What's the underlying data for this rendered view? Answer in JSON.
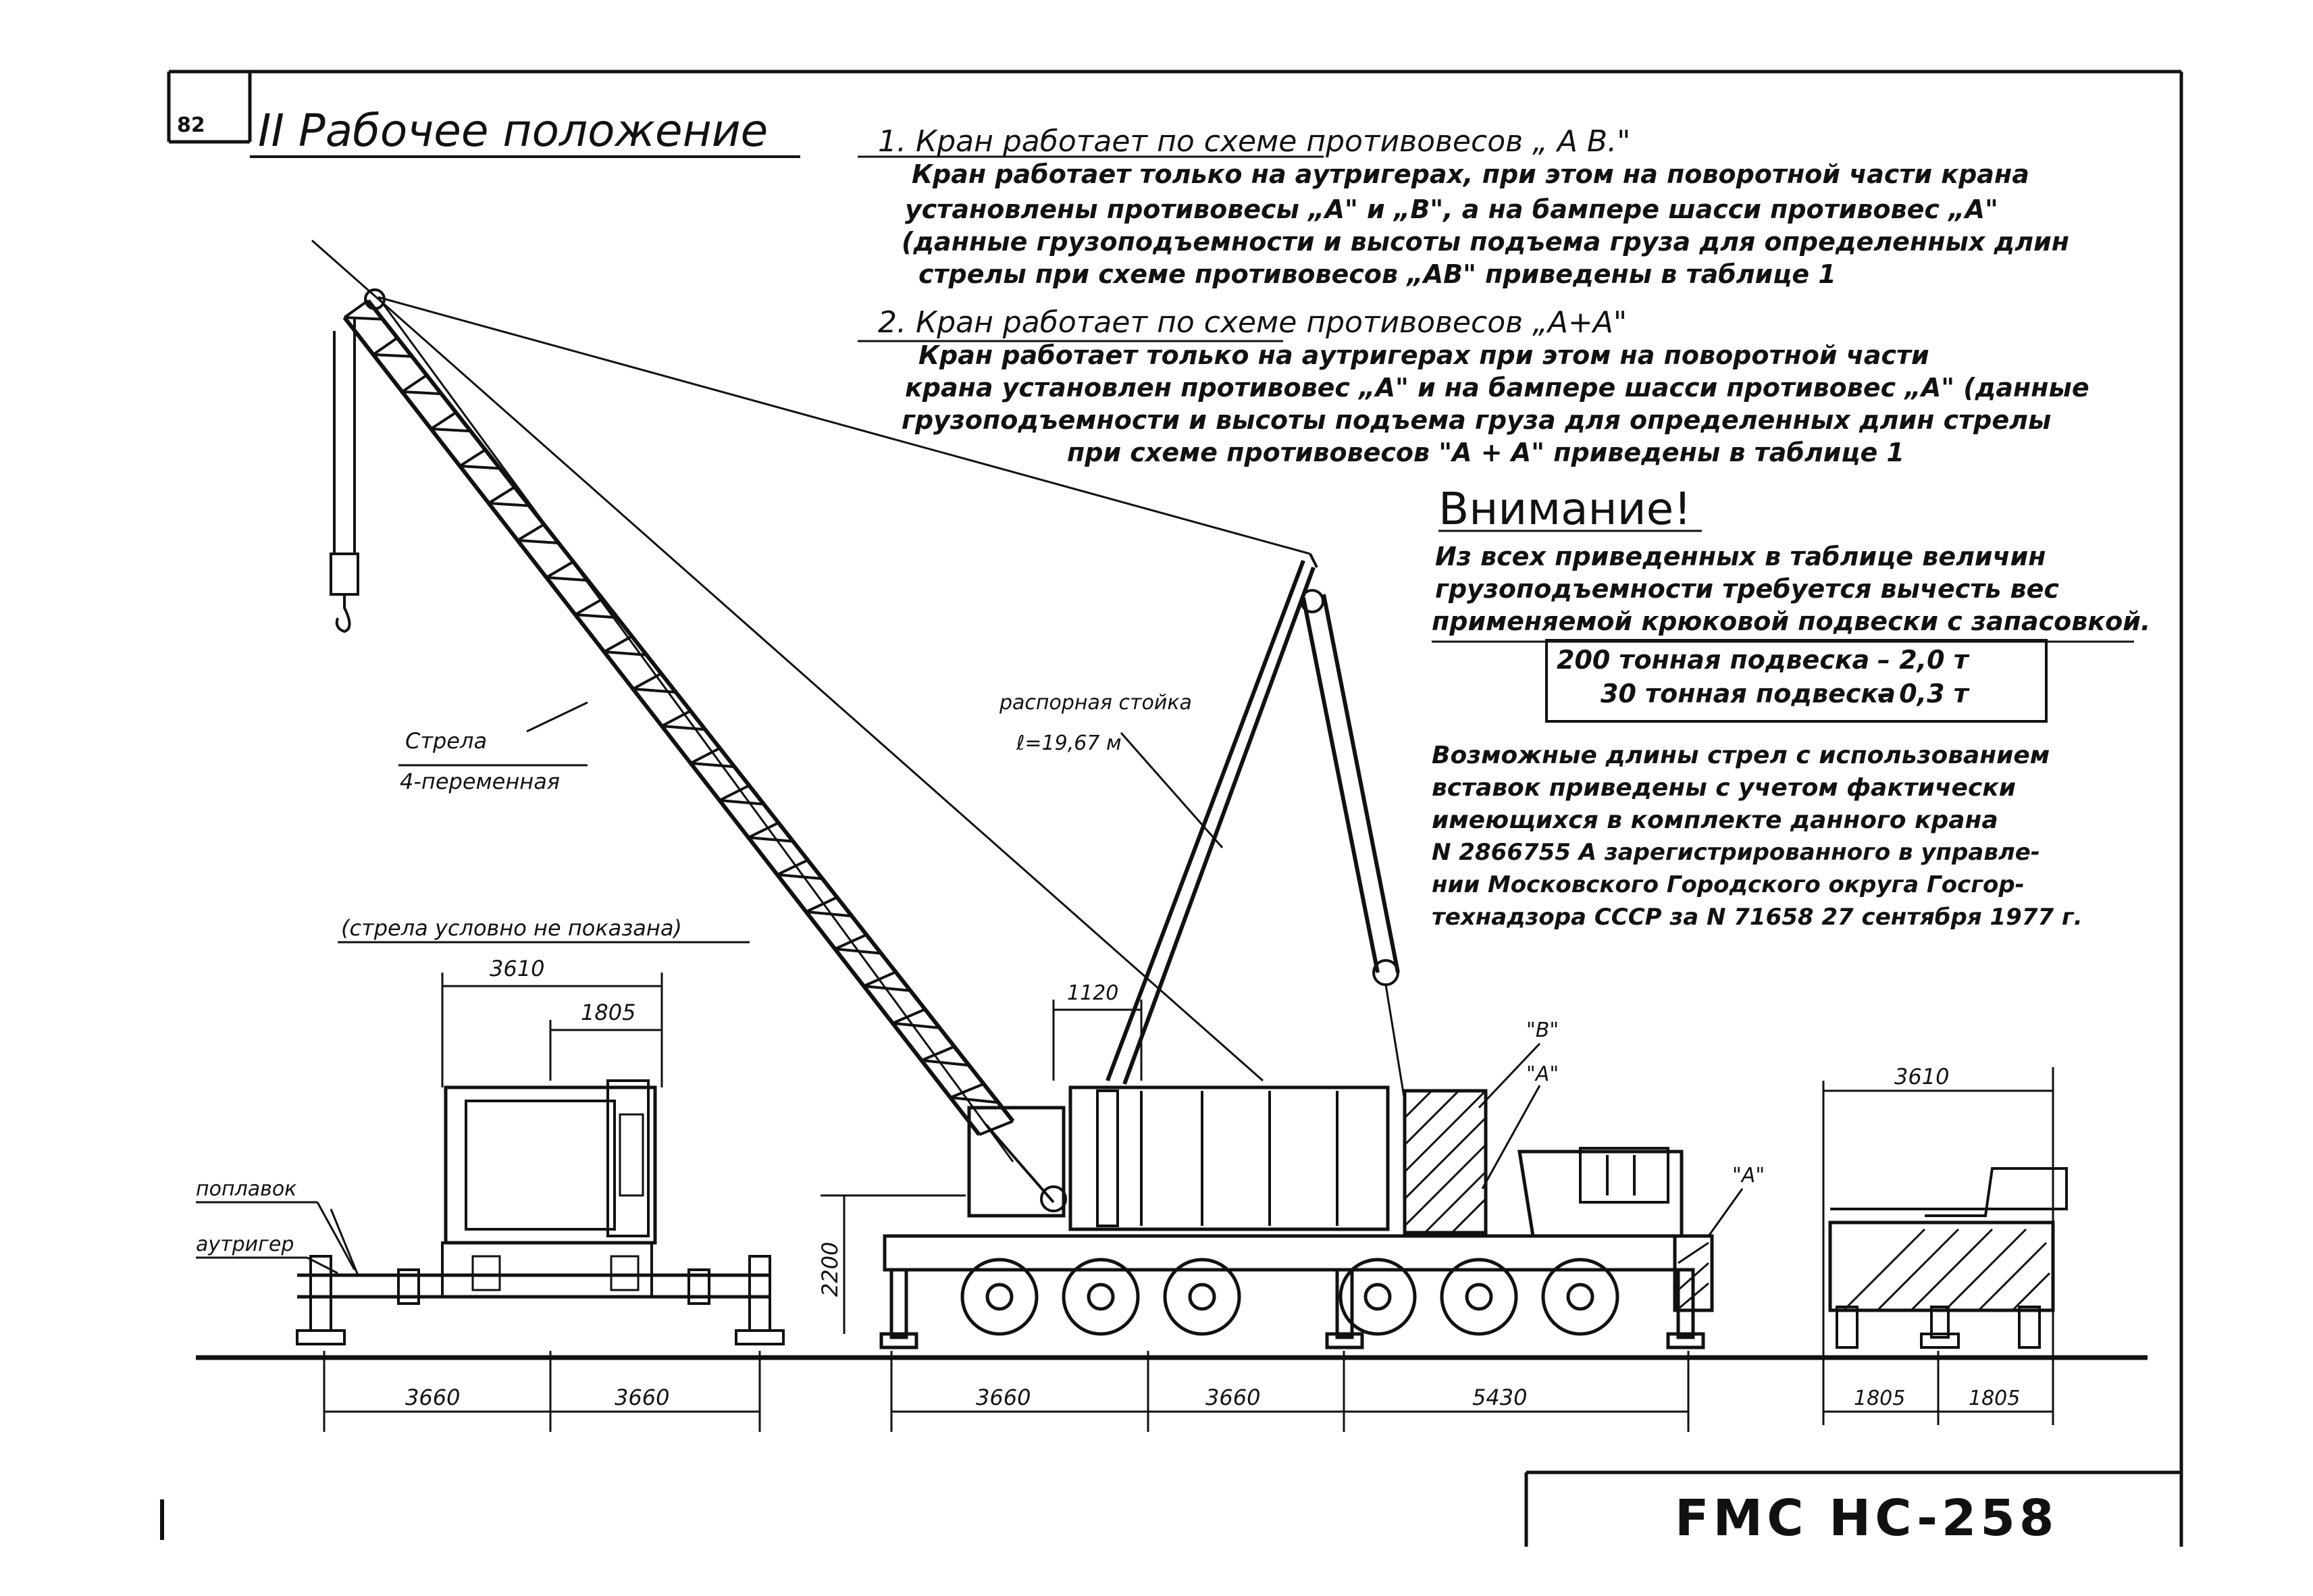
{
  "page": {
    "number": "82",
    "section_title": "II  Рабочее положение",
    "title_block": "FMC HC-258"
  },
  "notes": {
    "n1_heading": "1. Кран работает по схеме противовесов „ А В.\"",
    "n1_lines": [
      "Кран работает только на аутригерах, при этом на поворотной части крана",
      "установлены противовесы „А\" и „В\", а на бампере шасси противовес „А\"",
      "(данные грузоподъемности и высоты подъема груза для определенных длин",
      "стрелы при схеме противовесов „АВ\" приведены в таблице 1"
    ],
    "n2_heading": "2. Кран работает по схеме противовесов „А+А\"",
    "n2_lines": [
      "Кран работает только на аутригерах при этом на поворотной части",
      "крана установлен противовес „А\" и на бампере шасси противовес „А\" (данные",
      "грузоподъемности и высоты подъема груза для определенных длин стрелы",
      "при схеме противовесов \"А + А\" приведены в таблице 1"
    ],
    "attention_heading": "Внимание!",
    "attention_lines": [
      "Из всех приведенных в таблице величин",
      "грузоподъемности требуется вычесть вес",
      "применяемой крюковой подвески с запасовкой."
    ],
    "hook_table": [
      {
        "label": "200 тонная подвеска",
        "value": "– 2,0 т"
      },
      {
        "label": "30 тонная подвеска",
        "value": "– 0,3 т"
      }
    ],
    "boom_lengths_lines": [
      "Возможные длины стрел с использованием",
      "вставок приведены с учетом фактически",
      "имеющихся в комплекте данного крана",
      "N 2866755 А зарегистрированного в управле-",
      "нии Московского Городского округа Госгор-",
      "технадзора СССР за N 71658  27 сентября 1977 г."
    ]
  },
  "labels": {
    "boom": "Стрела",
    "boom_sub": "4-переменная",
    "strut": "распорная стойка",
    "strut_len": "ℓ=19,67 м",
    "boom_not_shown": "(стрела условно не показана)",
    "float": "поплавок",
    "outrigger": "аутригер",
    "cw_b": "\"В\"",
    "cw_a_upper": "\"А\"",
    "cw_a_bumper": "\"А\""
  },
  "dimensions": {
    "front_width": "3610",
    "front_half": "1805",
    "height": "2200",
    "boom_offset": "1120",
    "outrigger_left": "3660",
    "outrigger_right": "3660",
    "side_a": "3660",
    "side_b": "3660",
    "side_c": "5430",
    "rear_width": "3610",
    "rear_half_left": "1805",
    "rear_half_right": "1805"
  }
}
